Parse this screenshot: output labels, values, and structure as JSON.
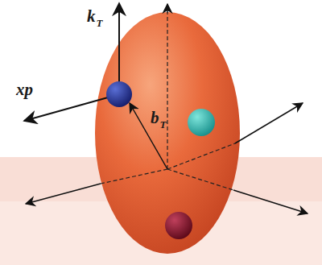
{
  "diagram": {
    "labels": [
      "k",
      "T",
      "xp",
      "b",
      "T"
    ]
  }
}
